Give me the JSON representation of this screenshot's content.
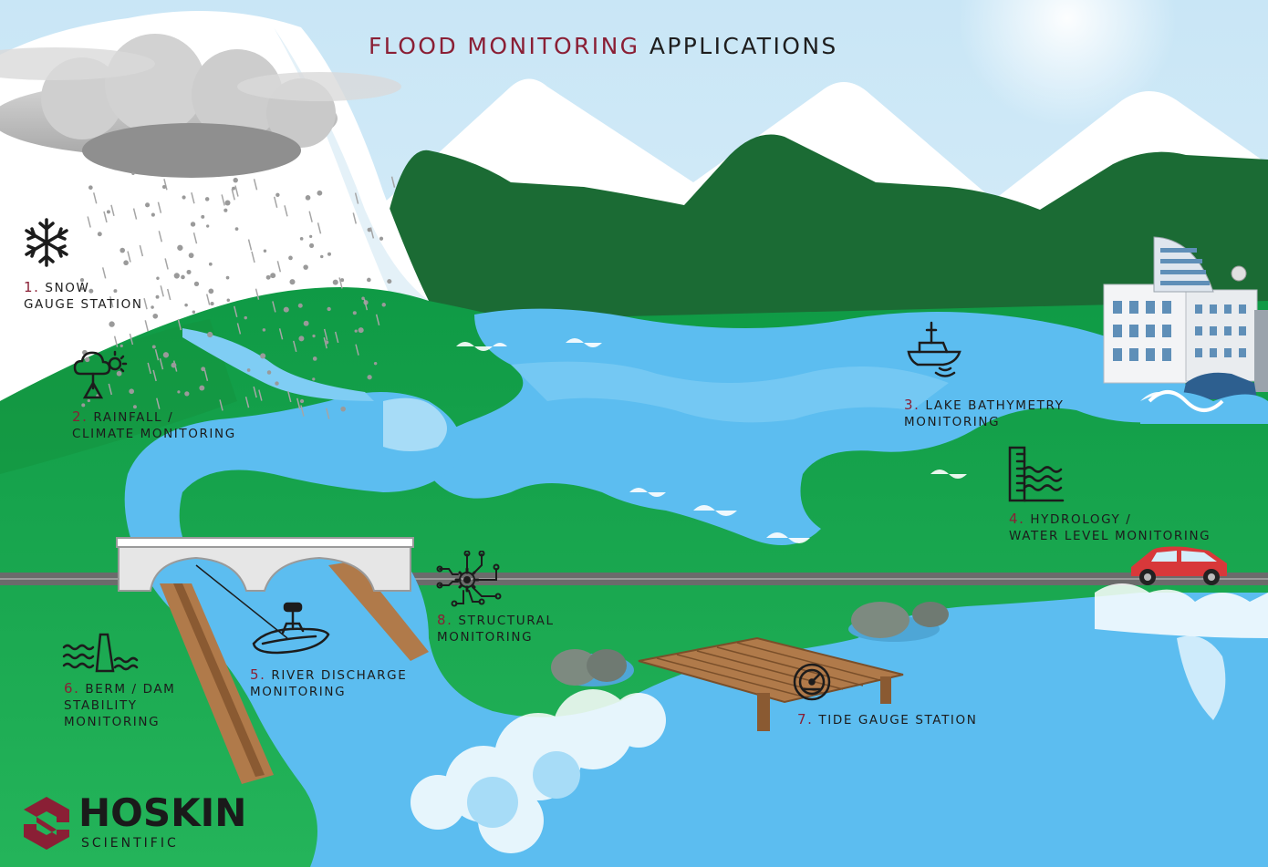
{
  "title": {
    "accent": "FLOOD MONITORING",
    "rest": "APPLICATIONS"
  },
  "colors": {
    "accent": "#8a1f35",
    "grass": "#19a24a",
    "water": "#5cbdf0",
    "mountain_dark": "#1b6b34",
    "snow": "#ffffff"
  },
  "applications": [
    {
      "number": "1.",
      "line1": "SNOW",
      "line2": "GAUGE STATION",
      "line3": "",
      "icon": "snowflake-icon"
    },
    {
      "number": "2.",
      "line1": "RAINFALL /",
      "line2": "CLIMATE MONITORING",
      "line3": "",
      "icon": "weather-station-icon"
    },
    {
      "number": "3.",
      "line1": "LAKE BATHYMETRY",
      "line2": "MONITORING",
      "line3": "",
      "icon": "survey-boat-icon"
    },
    {
      "number": "4.",
      "line1": "HYDROLOGY /",
      "line2": "WATER LEVEL MONITORING",
      "line3": "",
      "icon": "water-level-icon"
    },
    {
      "number": "5.",
      "line1": "RIVER DISCHARGE",
      "line2": "MONITORING",
      "line3": "",
      "icon": "discharge-boat-icon"
    },
    {
      "number": "6.",
      "line1": "BERM / DAM",
      "line2": "STABILITY",
      "line3": "MONITORING",
      "icon": "dam-icon"
    },
    {
      "number": "7.",
      "line1": "TIDE GAUGE STATION",
      "line2": "",
      "line3": "",
      "icon": "gauge-icon"
    },
    {
      "number": "8.",
      "line1": "STRUCTURAL",
      "line2": "MONITORING",
      "line3": "",
      "icon": "circuit-gear-icon"
    }
  ],
  "logo": {
    "name": "HOSKIN",
    "sub": "SCIENTIFIC"
  }
}
